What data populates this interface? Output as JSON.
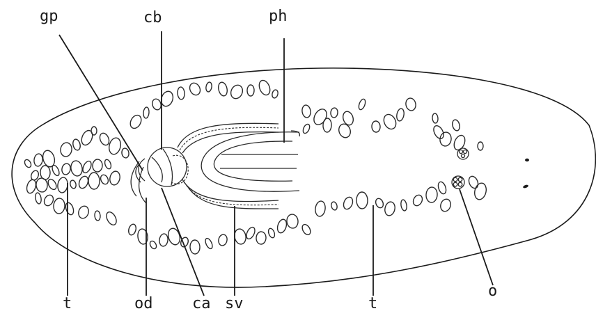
{
  "labels": {
    "gp": "gp",
    "cb": "cb",
    "ph": "ph",
    "t_left": "t",
    "od": "od",
    "ca": "ca",
    "sv": "sv",
    "t_right": "t",
    "o": "o"
  }
}
